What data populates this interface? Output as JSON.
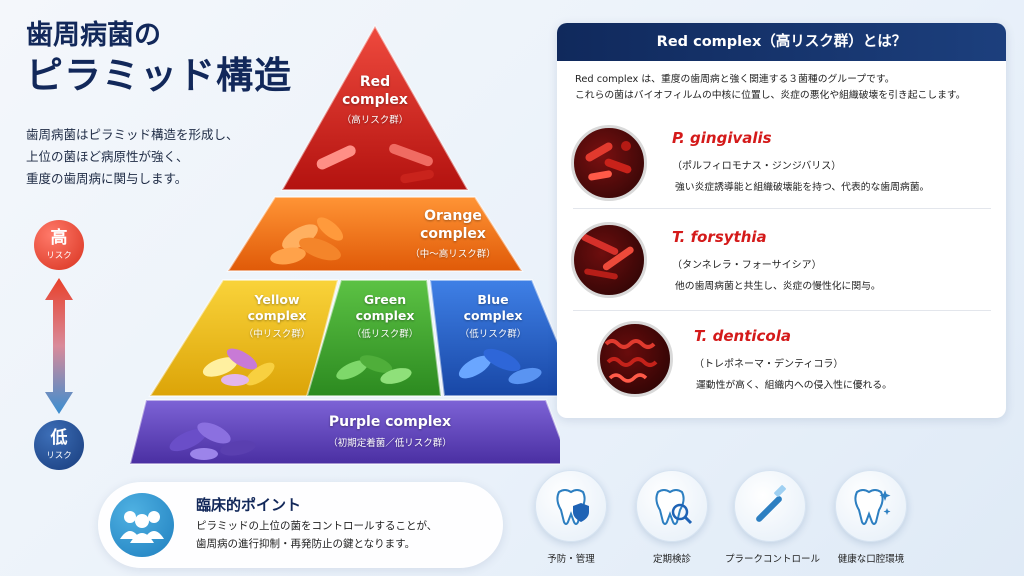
{
  "title": {
    "line1": "歯周病菌の",
    "line2": "ピラミッド構造"
  },
  "lead": [
    "歯周病菌はピラミッド構造を形成し、",
    "上位の菌ほど病原性が強く、",
    "重度の歯周病に関与します。"
  ],
  "risk": {
    "high": {
      "big": "高",
      "small": "リスク"
    },
    "low": {
      "big": "低",
      "small": "リスク"
    }
  },
  "pyramid": {
    "red": {
      "name1": "Red",
      "name2": "complex",
      "sub": "（高リスク群）",
      "color": "#d42020"
    },
    "orange": {
      "name1": "Orange",
      "name2": "complex",
      "sub": "（中〜高リスク群）",
      "color": "#f06a10"
    },
    "yellow": {
      "name1": "Yellow",
      "name2": "complex",
      "sub": "（中リスク群）",
      "color": "#e8b70c"
    },
    "green": {
      "name1": "Green",
      "name2": "complex",
      "sub": "（低リスク群）",
      "color": "#3a9d2a"
    },
    "blue": {
      "name1": "Blue",
      "name2": "complex",
      "sub": "（低リスク群）",
      "color": "#1f5bc4"
    },
    "purple": {
      "name": "Purple complex",
      "sub": "（初期定着菌／低リスク群）",
      "color": "#5a3fb8"
    }
  },
  "panel": {
    "header": "Red complex（高リスク群）とは？",
    "intro": [
      "Red complex は、重度の歯周病と強く関連する３菌種のグループです。",
      "これらの菌はバイオフィルムの中核に位置し、炎症の悪化や組織破壊を引き起こします。"
    ],
    "bacteria": [
      {
        "name": "P. gingivalis",
        "kana": "（ポルフィロモナス・ジンジバリス）",
        "desc": "強い炎症誘導能と組織破壊能を持つ、代表的な歯周病菌。"
      },
      {
        "name": "T. forsythia",
        "kana": "（タンネレラ・フォーサイシア）",
        "desc": "他の歯周病菌と共生し、炎症の慢性化に関与。"
      },
      {
        "name": "T. denticola",
        "kana": "（トレポネーマ・デンティコラ）",
        "desc": "運動性が高く、組織内への侵入性に優れる。"
      }
    ]
  },
  "clinic": {
    "title": "臨床的ポイント",
    "text": [
      "ピラミッドの上位の菌をコントロールすることが、",
      "歯周病の進行抑制・再発防止の鍵となります。"
    ]
  },
  "features": [
    {
      "label": "予防・管理",
      "icon": "tooth-shield-icon"
    },
    {
      "label": "定期検診",
      "icon": "tooth-magnifier-icon"
    },
    {
      "label": "プラークコントロール",
      "icon": "toothbrush-icon"
    },
    {
      "label": "健康な口腔環境",
      "icon": "sparkling-tooth-icon"
    }
  ]
}
